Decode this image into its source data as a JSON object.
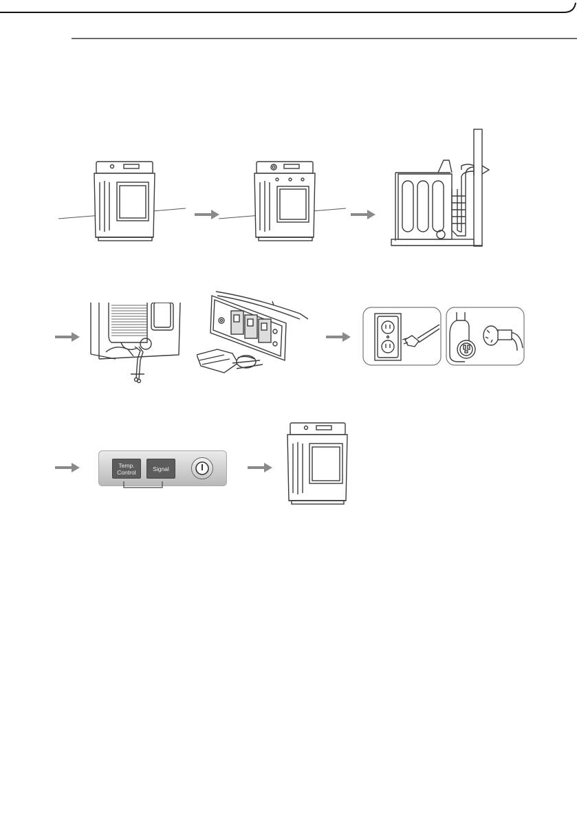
{
  "page": {
    "header_rule": true
  },
  "panel": {
    "temp_button_line1": "Temp.",
    "temp_button_line2": "Control",
    "signal_button": "Signal",
    "power_icon": "power-icon"
  },
  "icons": {
    "arrow": "arrow-right-icon",
    "dryer": "dryer-icon",
    "outlet": "outlet-icon",
    "plug": "plug-icon"
  }
}
